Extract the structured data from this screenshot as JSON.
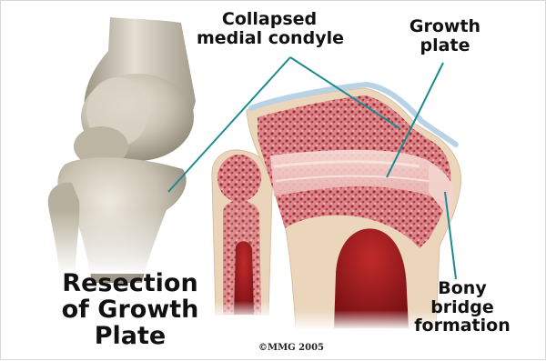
{
  "labels": {
    "collapsed_condyle_line1": "Collapsed",
    "collapsed_condyle_line2": "medial condyle",
    "growth_plate_line1": "Growth",
    "growth_plate_line2": "plate",
    "bony_bridge_line1": "Bony",
    "bony_bridge_line2": "bridge",
    "bony_bridge_line3": "formation"
  },
  "title": {
    "line1": "Resection",
    "line2": "of Growth",
    "line3": "Plate"
  },
  "copyright": "©MMG 2005",
  "colors": {
    "leader_line": "#1d8a8f",
    "bone_cortex": "#e8d2b8",
    "marrow": "#a31a1e",
    "cancellous": "#c7585a",
    "cartilage": "#b9d3e6",
    "growth_plate": "#f2c9c4",
    "knee_bone": "#cfc8b8"
  }
}
